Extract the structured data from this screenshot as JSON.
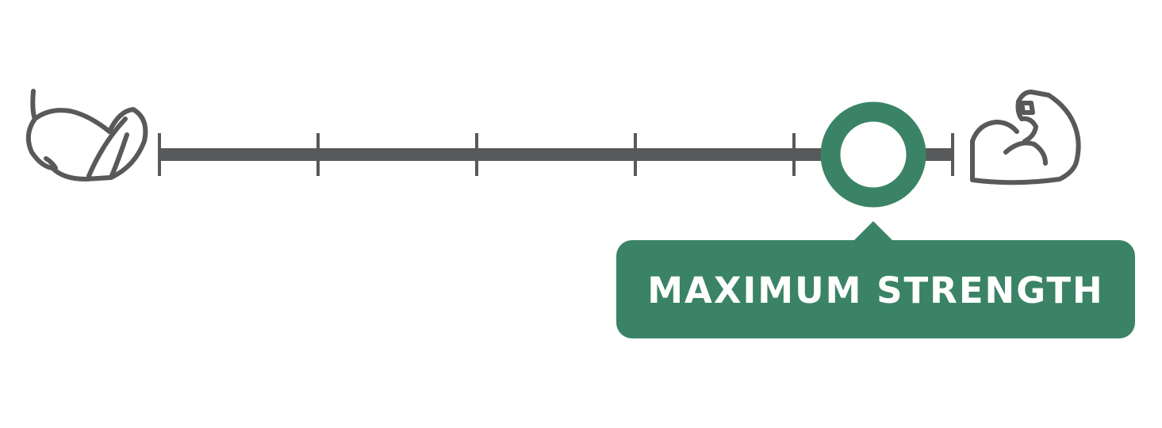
{
  "scale": {
    "min_icon": "feather-icon",
    "max_icon": "flexed-arm-icon",
    "steps": 5,
    "selected_level": 5,
    "selected_label": "MAXIMUM STRENGTH"
  },
  "colors": {
    "track": "#58595b",
    "accent": "#3a8366",
    "knob_center": "#ffffff",
    "label_text": "#ffffff"
  }
}
